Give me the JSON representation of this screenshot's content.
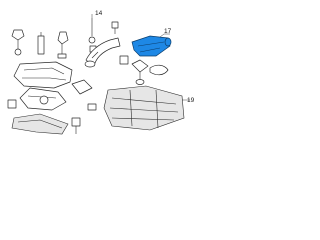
{
  "diagram": {
    "accent_color": "#1e88e5",
    "highlighted_callout": "17",
    "callouts": [
      "14",
      "17",
      "19"
    ]
  }
}
